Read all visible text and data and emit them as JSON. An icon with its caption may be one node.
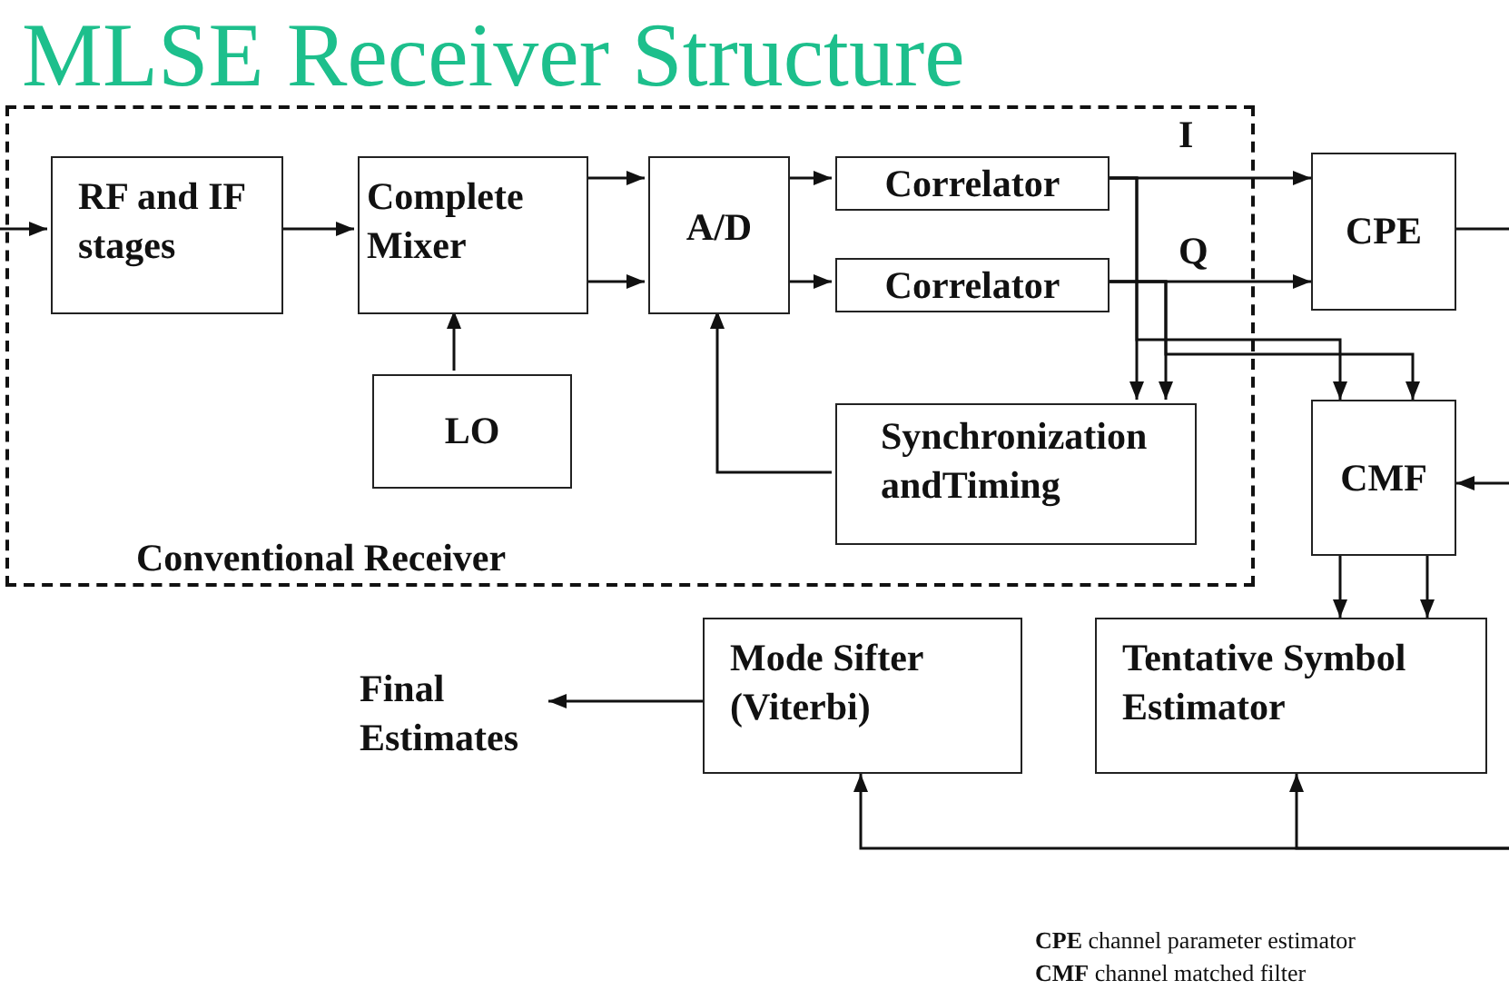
{
  "diagram": {
    "title": "MLSE Receiver Structure",
    "nodes": [
      {
        "text": [
          "Conventional Receiver"
        ]
      },
      {
        "text": [
          "RF and IF stages"
        ],
        "in": 0
      },
      {
        "text": [
          "Complete Mixer"
        ],
        "in": 0
      },
      {
        "text": [
          "LO"
        ],
        "in": 0
      },
      {
        "text": [
          "A/D"
        ],
        "in": 0
      },
      {
        "text": [
          "Correlator"
        ],
        "in": 0
      },
      {
        "text": [
          "Correlator"
        ],
        "in": 0
      },
      {
        "text": [
          "Synchronization andTiming"
        ],
        "in": 0
      },
      {
        "text": [
          "CPE"
        ]
      },
      {
        "text": [
          "CMF"
        ]
      },
      {
        "text": [
          "Mode Sifter (Viterbi)"
        ]
      },
      {
        "text": [
          "Tentative Symbol Estimator"
        ]
      },
      {
        "text": [
          "Final Estimates"
        ]
      }
    ],
    "edges": [
      {
        "from": null,
        "to": 1,
        "arrow": "to"
      },
      {
        "from": 1,
        "to": 2,
        "arrow": "to"
      },
      {
        "from": 2,
        "to": 4,
        "arrow": "to"
      },
      {
        "from": 2,
        "to": 4,
        "arrow": "to"
      },
      {
        "from": 3,
        "to": 2,
        "arrow": "to"
      },
      {
        "from": 4,
        "to": 5,
        "arrow": "to"
      },
      {
        "from": 4,
        "to": 6,
        "arrow": "to"
      },
      {
        "from": 7,
        "to": 4,
        "arrow": "to"
      },
      {
        "from": 5,
        "to": 8,
        "arrow": "to",
        "label": "I"
      },
      {
        "from": 6,
        "to": 8,
        "arrow": "to",
        "label": "Q"
      },
      {
        "from": 5,
        "to": 7,
        "arrow": "to"
      },
      {
        "from": 6,
        "to": 7,
        "arrow": "to"
      },
      {
        "from": 5,
        "to": 9,
        "arrow": "to"
      },
      {
        "from": 6,
        "to": 9,
        "arrow": "to"
      },
      {
        "from": 8,
        "to": null,
        "arrow": "none"
      },
      {
        "from": null,
        "to": 9,
        "arrow": "to"
      },
      {
        "from": 9,
        "to": 11,
        "arrow": "to"
      },
      {
        "from": 9,
        "to": 11,
        "arrow": "to"
      },
      {
        "from": 10,
        "to": 12,
        "arrow": "to"
      },
      {
        "from": null,
        "to": 10,
        "arrow": "to"
      },
      {
        "from": null,
        "to": 11,
        "arrow": "to"
      }
    ],
    "labels": [
      "**CPE** channel parameter estimator",
      "**CMF** channel matched filter"
    ]
  }
}
